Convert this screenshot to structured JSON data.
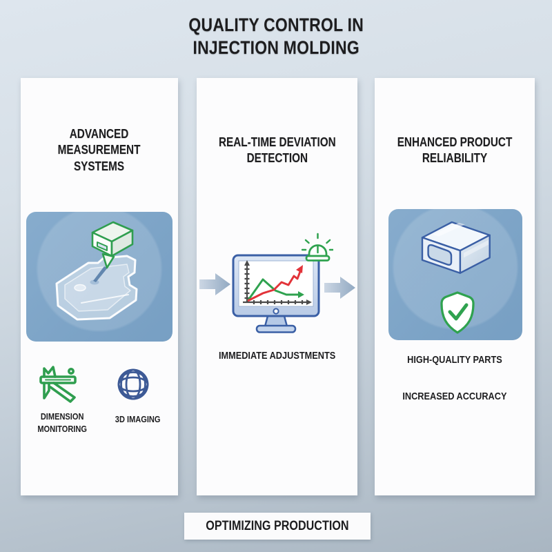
{
  "title": "QUALITY CONTROL IN\nINJECTION MOLDING",
  "panels": {
    "measurement": {
      "header": "ADVANCED\nMEASUREMENT\nSYSTEMS",
      "illustration_icon": "laser-scanner-measuring-molded-part-icon",
      "features": [
        {
          "icon": "caliper-icon",
          "label": "DIMENSION\nMONITORING"
        },
        {
          "icon": "globe-icon",
          "label": "3D IMAGING"
        }
      ]
    },
    "detection": {
      "header": "REAL-TIME DEVIATION\nDETECTION",
      "illustration_icons": [
        "monitor-chart-icon",
        "alert-siren-icon",
        "flow-arrow-icon"
      ],
      "caption": "IMMEDIATE ADJUSTMENTS"
    },
    "reliability": {
      "header": "ENHANCED PRODUCT\nRELIABILITY",
      "illustration_icons": [
        "molded-tube-icon",
        "shield-check-icon"
      ],
      "captions": [
        "HIGH-QUALITY PARTS",
        "INCREASED ACCURACY"
      ]
    }
  },
  "footer": "OPTIMIZING PRODUCTION",
  "colors": {
    "green": "#2f9e4f",
    "blue": "#3a5fa5",
    "red": "#e23339",
    "tile_blue": "#7da4c7",
    "arrow_gray": "#9db2c9",
    "text": "#1d1d1f",
    "panel_bg": "#fcfcfd"
  }
}
